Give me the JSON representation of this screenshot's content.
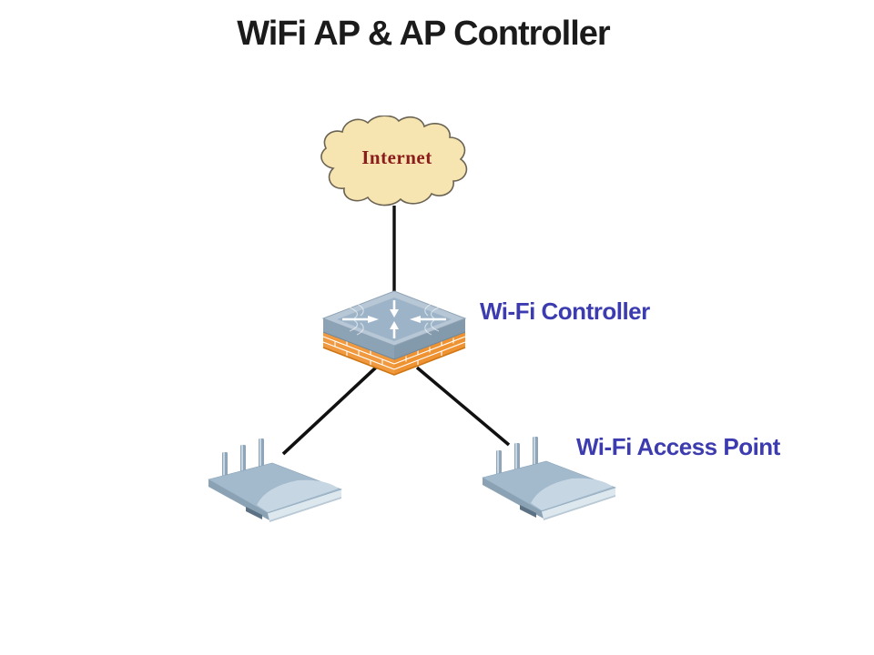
{
  "title": "WiFi AP & AP Controller",
  "diagram": {
    "internet_label": "Internet",
    "controller_label": "Wi-Fi Controller",
    "access_point_label": "Wi-Fi Access Point",
    "nodes": [
      {
        "id": "internet-cloud",
        "type": "cloud",
        "label": "Internet"
      },
      {
        "id": "wifi-controller",
        "type": "controller-with-firewall",
        "label": "Wi-Fi Controller"
      },
      {
        "id": "access-point-left",
        "type": "access-point",
        "label": "Wi-Fi Access Point"
      },
      {
        "id": "access-point-right",
        "type": "access-point",
        "label": "Wi-Fi Access Point"
      }
    ],
    "edges": [
      {
        "from": "internet-cloud",
        "to": "wifi-controller"
      },
      {
        "from": "wifi-controller",
        "to": "access-point-left"
      },
      {
        "from": "wifi-controller",
        "to": "access-point-right"
      }
    ],
    "colors": {
      "title_text": "#1b1b1b",
      "label_blue": "#3c3cb0",
      "internet_text_red": "#8b1c1c",
      "cloud_fill": "#f6e5b0",
      "cloud_outline": "#6b6353",
      "device_blue_gray": "#a3bacd",
      "device_side_gray": "#8ca3b6",
      "firewall_orange": "#f0993f",
      "connector_black": "#111111"
    }
  }
}
